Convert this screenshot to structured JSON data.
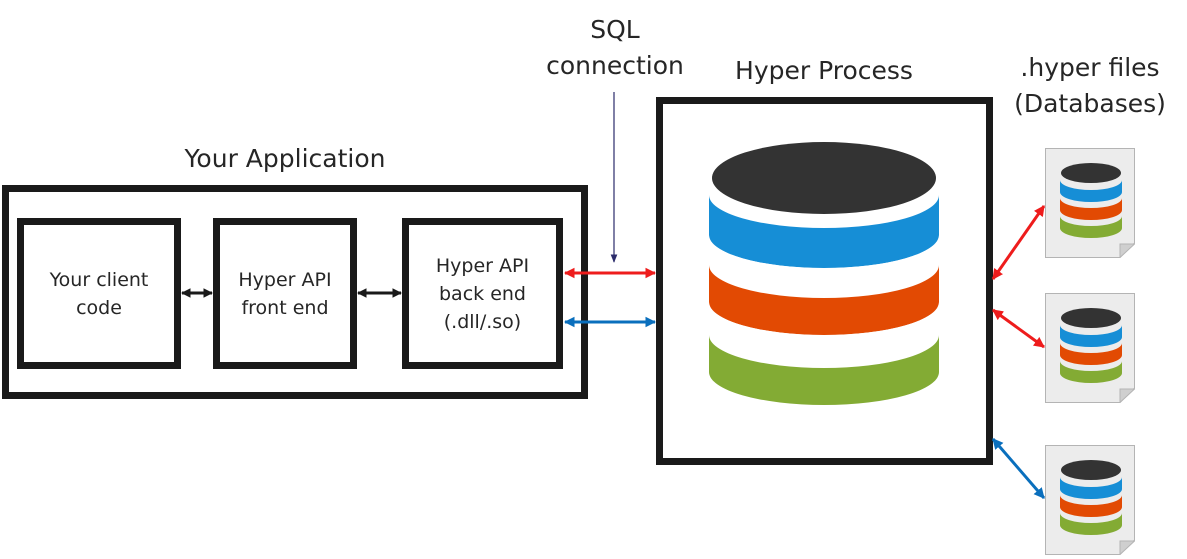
{
  "labels": {
    "sql_connection_line1": "SQL",
    "sql_connection_line2": "connection",
    "your_application": "Your Application",
    "hyper_process": "Hyper Process",
    "hyper_files_line1": ".hyper files",
    "hyper_files_line2": "(Databases)"
  },
  "components": [
    {
      "line1": "Your client",
      "line2": "code",
      "line3": ""
    },
    {
      "line1": "Hyper API",
      "line2": "front end",
      "line3": ""
    },
    {
      "line1": "Hyper API",
      "line2": "back end",
      "line3": "(.dll/.so)"
    }
  ],
  "colors": {
    "db_top": "#333333",
    "db_blue": "#168ed6",
    "db_orange": "#e24a03",
    "db_green": "#83ab34",
    "arrow_red": "#ee1c1c",
    "arrow_blue": "#0a6fbd",
    "arrow_black": "#1a1a1a",
    "pointer_navy": "#2b2b6b",
    "file_fill": "#ececec",
    "file_border": "#b4b4b4"
  },
  "files": [
    {
      "name": "hyper-file-1",
      "connection": "red"
    },
    {
      "name": "hyper-file-2",
      "connection": "red"
    },
    {
      "name": "hyper-file-3",
      "connection": "blue"
    }
  ]
}
